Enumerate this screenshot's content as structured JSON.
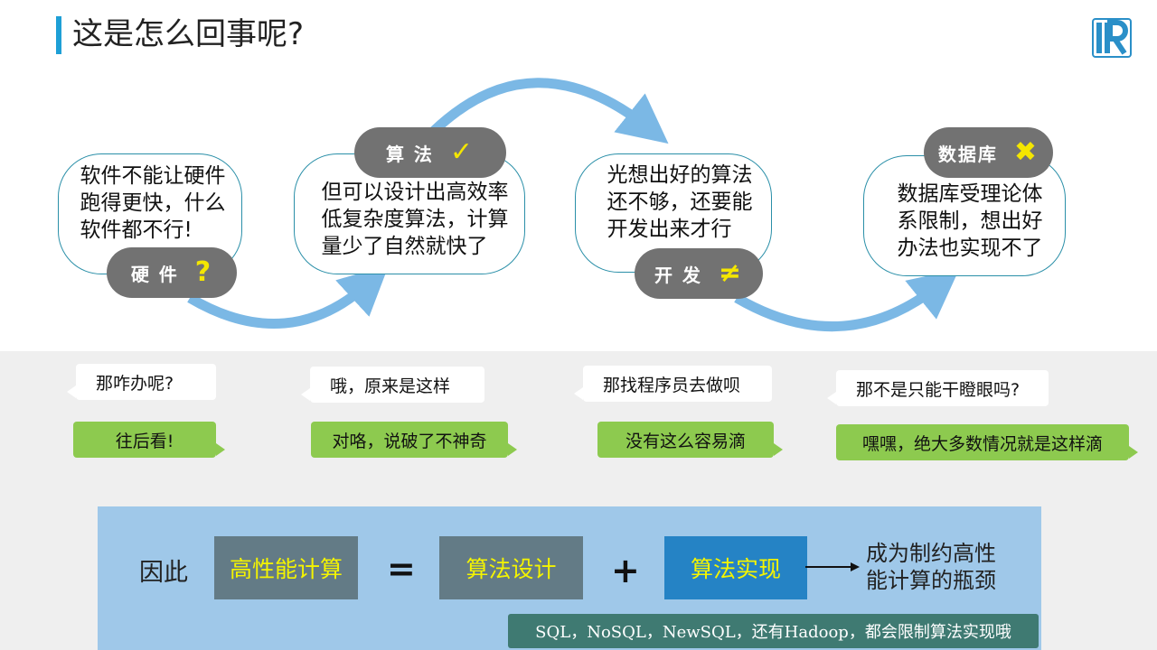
{
  "header": {
    "title": "这是怎么回事呢?"
  },
  "colors": {
    "accent": "#1e9fd6",
    "arrow": "#7bb8e5",
    "pill": "#727272",
    "symbol": "#f4e600",
    "green_chat": "#8dca4f",
    "panel": "#9fc8e9"
  },
  "flow": {
    "steps": [
      {
        "text": "软件不能让硬件\n跑得更快，什么\n软件都不行!",
        "label": "硬 件",
        "symbol": "?"
      },
      {
        "text": "但可以设计出高效率\n低复杂度算法，计算\n量少了自然就快了",
        "label": "算 法",
        "symbol": "✓"
      },
      {
        "text": "光想出好的算法\n还不够，还要能\n开发出来才行",
        "label": "开 发",
        "symbol": "≠"
      },
      {
        "text": "数据库受理论体\n系限制，想出好\n办法也实现不了",
        "label": "数据库",
        "symbol": "✖"
      }
    ]
  },
  "chat": [
    {
      "question": "那咋办呢?",
      "answer": "往后看!"
    },
    {
      "question": "哦，原来是这样",
      "answer": "对咯，说破了不神奇"
    },
    {
      "question": "那找程序员去做呗",
      "answer": "没有这么容易滴"
    },
    {
      "question": "那不是只能干瞪眼吗?",
      "answer": "嘿嘿，绝大多数情况就是这样滴"
    }
  ],
  "equation": {
    "prefix": "因此",
    "term1": "高性能计算",
    "equals": "=",
    "term2": "算法设计",
    "plus": "+",
    "term3": "算法实现",
    "result": "成为制约高性\n能计算的瓶颈",
    "note": "SQL，NoSQL，NewSQL，还有Hadoop，都会限制算法实现哦"
  }
}
